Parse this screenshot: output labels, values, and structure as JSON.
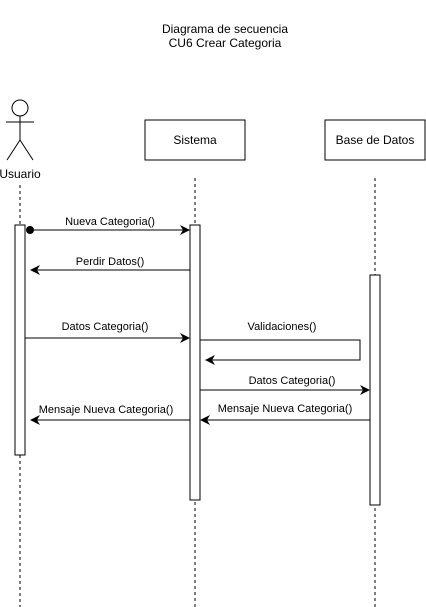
{
  "title": {
    "line1": "Diagrama de secuencia",
    "line2": "CU6 Crear Categoria"
  },
  "actors": {
    "usuario": "Usuario",
    "sistema": "Sistema",
    "base_datos": "Base de Datos"
  },
  "messages": [
    {
      "label": "Nueva Categoria()",
      "from": "Usuario",
      "to": "Sistema"
    },
    {
      "label": "Perdir Datos()",
      "from": "Sistema",
      "to": "Usuario"
    },
    {
      "label": "Datos Categoria()",
      "from": "Usuario",
      "to": "Sistema"
    },
    {
      "label": "Validaciones()",
      "from": "Sistema",
      "to": "Sistema"
    },
    {
      "label": "Datos Categoria()",
      "from": "Sistema",
      "to": "Base de Datos"
    },
    {
      "label": "Mensaje Nueva Categoria()",
      "from": "Base de Datos",
      "to": "Sistema"
    },
    {
      "label": "Mensaje Nueva Categoria()",
      "from": "Sistema",
      "to": "Usuario"
    }
  ]
}
